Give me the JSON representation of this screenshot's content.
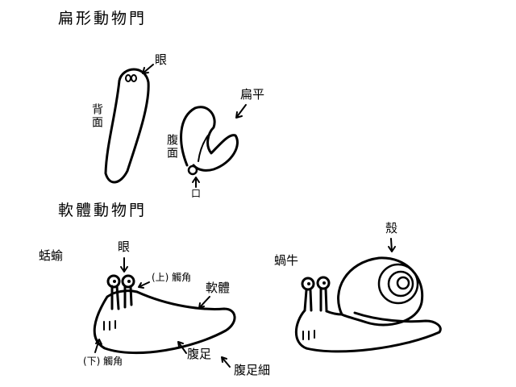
{
  "colors": {
    "ink": "#000000",
    "paper": "#ffffff"
  },
  "flatworms": {
    "heading": "扁形動物門",
    "eye": "眼",
    "dorsal": "背面",
    "ventral": "腹面",
    "flat": "扁平",
    "mouth": "口"
  },
  "mollusks": {
    "heading": "軟體動物門",
    "slug": {
      "name": "蛞蝓",
      "eye": "眼",
      "upper_tentacle": "(上) 觸角",
      "body": "軟體",
      "lower_tentacle": "(下) 觸角",
      "foot": "腹足",
      "foot_fine": "腹足細"
    },
    "snail": {
      "name": "蝸牛",
      "shell": "殼"
    }
  }
}
